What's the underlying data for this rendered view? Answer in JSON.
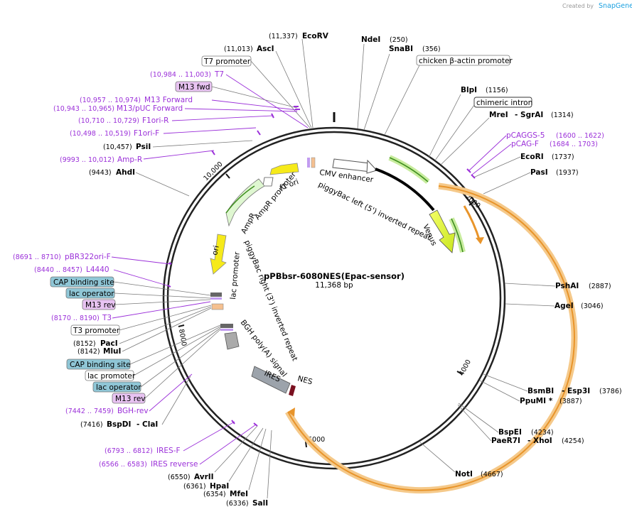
{
  "branding": {
    "created_by": "Created by",
    "product": "SnapGene"
  },
  "plasmid": {
    "name": "pPBbsr-6080NES(Epac-sensor)",
    "length": "11,368 bp"
  },
  "ticks": [
    "2000",
    "4000",
    "6000",
    "8000",
    "10,000"
  ],
  "features": {
    "cmv_enhancer": "CMV enhancer",
    "piggybac_left": "piggyBac left (5') inverted repeat",
    "venus": "Venus",
    "f1_ori": "f1 ori",
    "ampr_promoter": "AmpR promoter",
    "ampr": "AmpR",
    "ori": "ori",
    "lac_promoter": "lac promoter",
    "piggybac_right": "piggyBac right (3') inverted repeat",
    "bgh_polya": "BGH poly(A) signal",
    "ires": "IRES",
    "nes": "NES"
  },
  "sites": {
    "ecorv": {
      "pos": "(11,337)",
      "name": "EcoRV"
    },
    "asci": {
      "pos": "(11,013)",
      "name": "AscI"
    },
    "t7_promoter": "T7 promoter",
    "t7": {
      "pos": "(10,984 .. 11,003)",
      "name": "T7"
    },
    "m13_fwd": "M13 fwd",
    "m13_forward": {
      "pos": "(10,957 .. 10,974)",
      "name": "M13 Forward"
    },
    "m13_puc_forward": {
      "pos": "(10,943 .. 10,965)",
      "name": "M13/pUC Forward"
    },
    "f1ori_r": {
      "pos": "(10,710 .. 10,729)",
      "name": "F1ori-R"
    },
    "f1ori_f": {
      "pos": "(10,498 .. 10,519)",
      "name": "F1ori-F"
    },
    "psii": {
      "pos": "(10,457)",
      "name": "PsiI"
    },
    "amp_r": {
      "pos": "(9993 .. 10,012)",
      "name": "Amp-R"
    },
    "ahdi": {
      "pos": "(9443)",
      "name": "AhdI"
    },
    "pbr322ori_f": {
      "pos": "(8691 .. 8710)",
      "name": "pBR322ori-F"
    },
    "l4440": {
      "pos": "(8440 .. 8457)",
      "name": "L4440"
    },
    "cap_binding_site": "CAP binding site",
    "lac_operator": "lac operator",
    "m13_rev": "M13 rev",
    "t3": {
      "pos": "(8170 .. 8190)",
      "name": "T3"
    },
    "t3_promoter": "T3 promoter",
    "paci": {
      "pos": "(8152)",
      "name": "PacI"
    },
    "mlui": {
      "pos": "(8142)",
      "name": "MluI"
    },
    "cap_binding_site_2": "CAP binding site",
    "lac_promoter_box": "lac promoter",
    "lac_operator_2": "lac operator",
    "m13_rev_2": "M13 rev",
    "bgh_rev": {
      "pos": "(7442 .. 7459)",
      "name": "BGH-rev"
    },
    "bspdi": {
      "pos": "(7416)",
      "name": "BspDI",
      "alt": "- ClaI"
    },
    "ires_f": {
      "pos": "(6793 .. 6812)",
      "name": "IRES-F"
    },
    "ires_reverse": {
      "pos": "(6566 .. 6583)",
      "name": "IRES reverse"
    },
    "avrii": {
      "pos": "(6550)",
      "name": "AvrII"
    },
    "hpai": {
      "pos": "(6361)",
      "name": "HpaI"
    },
    "mfei": {
      "pos": "(6354)",
      "name": "MfeI"
    },
    "sali": {
      "pos": "(6336)",
      "name": "SalI"
    },
    "ndei": {
      "pos": "(250)",
      "name": "NdeI"
    },
    "snabi": {
      "pos": "(356)",
      "name": "SnaBI"
    },
    "chicken_actin": "chicken β-actin promoter",
    "blpi": {
      "pos": "(1156)",
      "name": "BlpI"
    },
    "chimeric_intron": "chimeric intron",
    "srei": {
      "pos": "(1314)",
      "name": "MreI",
      "alt": "- SgrAI"
    },
    "pcaggs5": {
      "pos": "(1600 .. 1622)",
      "name": "pCAGGS-5"
    },
    "pcagf": {
      "pos": "(1684 .. 1703)",
      "name": "pCAG-F"
    },
    "ecori": {
      "pos": "(1737)",
      "name": "EcoRI"
    },
    "pasi": {
      "pos": "(1937)",
      "name": "PasI"
    },
    "pshai": {
      "pos": "(2887)",
      "name": "PshAI"
    },
    "agei": {
      "pos": "(3046)",
      "name": "AgeI"
    },
    "bsmbi": {
      "pos": "(3786)",
      "name": "BsmBI",
      "alt": "- Esp3I"
    },
    "ppumi": {
      "pos": "(3887)",
      "name": "PpuMI *"
    },
    "bspei": {
      "pos": "(4234)",
      "name": "BspEI"
    },
    "paer7i": {
      "pos": "(4254)",
      "name": "PaeR7I",
      "alt": "- XhoI"
    },
    "noti": {
      "pos": "(4667)",
      "name": "NotI"
    }
  }
}
